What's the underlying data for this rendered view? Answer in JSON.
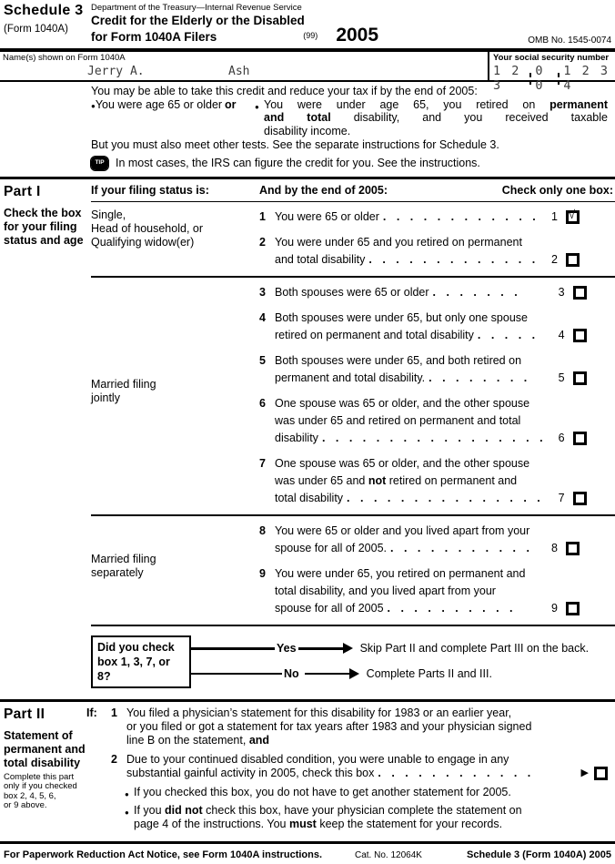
{
  "glyphs": {
    "bullet": "●",
    "check": "√",
    "arrow": "▶"
  },
  "header": {
    "schedule": "Schedule 3",
    "form": "(Form 1040A)",
    "agency": "Department of the Treasury—Internal Revenue Service",
    "title_line1": "Credit for the Elderly or the Disabled",
    "title_line2": "for Form 1040A Filers",
    "code": "(99)",
    "year": "2005",
    "omb": "OMB No. 1545-0074"
  },
  "name_row": {
    "label": "Name(s) shown on Form 1040A",
    "first": "Jerry A.",
    "last": "Ash",
    "ssn_label": "Your social security number",
    "ssn": [
      "1 2 3",
      "0 0",
      "1 2 3 4"
    ]
  },
  "intro": {
    "lead": "You may be able to take this credit and reduce your tax if by the end of 2005:",
    "left_option": "You were age 65 or older",
    "or": "or",
    "right_line1_pre": "You were under age 65, you retired on ",
    "right_line1_bold": "permanent",
    "right_line2_bold": "and total",
    "right_line2_post": " disability, and you received taxable",
    "right_line3": "disability income.",
    "tests": "But you must also meet other tests. See the separate instructions for Schedule 3.",
    "tip": "TIP",
    "tip_text": "In most cases, the IRS can figure the credit for you. See the instructions."
  },
  "part1": {
    "label": "Part I",
    "desc": "Check the box for your filing status and age",
    "col_filing": "If your filing status is:",
    "col_end": "And by the end of 2005:",
    "col_check": "Check only one box:",
    "group1_label": [
      "Single,",
      "Head of household, or",
      "Qualifying widow(er)"
    ],
    "group2_label": [
      "Married filing",
      "jointly"
    ],
    "group3_label": [
      "Married filing",
      "separately"
    ],
    "items": [
      {
        "num": "1",
        "last": "You were 65 or older",
        "dots": ". . . . . . . . . . . .",
        "ref": "1",
        "check": "√"
      },
      {
        "num": "2",
        "line1": "You were under 65 and you retired on permanent",
        "last": "and total disability",
        "dots": ". . . . . . . . . . . . .",
        "ref": "2"
      },
      {
        "num": "3",
        "last": "Both spouses were 65 or older",
        "dots": ". . . . . . .",
        "ref": "3"
      },
      {
        "num": "4",
        "line1": "Both spouses were under 65, but only one spouse",
        "last": "retired on permanent and total disability",
        "dots": ". . . . .",
        "ref": "4"
      },
      {
        "num": "5",
        "line1": "Both spouses were under 65, and both retired on",
        "last": "permanent and total disability.",
        "dots": ". . . . . . . .",
        "ref": "5"
      },
      {
        "num": "6",
        "line1": "One spouse was 65 or older, and the other spouse",
        "line2": "was under 65 and retired on permanent and total",
        "last": "disability",
        "dots": ". . . . . . . . . . . . . . . . .",
        "ref": "6"
      },
      {
        "num": "7",
        "line1": "One spouse was 65 or older, and the other spouse",
        "line2_pre": "was under 65 and ",
        "line2_bold": "not",
        "line2_post": " retired on permanent and",
        "last": "total disability",
        "dots": ". . . . . . . . . . . . . . . .",
        "ref": "7"
      },
      {
        "num": "8",
        "line1": "You were 65 or older and you lived apart from your",
        "last": "spouse for all of 2005.",
        "dots": ". . . . . . . . . . .",
        "ref": "8"
      },
      {
        "num": "9",
        "line1": "You were under 65, you retired on permanent and",
        "line2": "total disability, and you lived apart from your",
        "last": "spouse for all of 2005",
        "dots": ". . . . . . . . . .",
        "ref": "9"
      }
    ]
  },
  "flow": {
    "box_line1": "Did you check",
    "box_line2": "box 1, 3, 7, or",
    "box_line3": "8?",
    "yes": "Yes",
    "yes_text": "Skip Part II and complete Part III on the back.",
    "no": "No",
    "no_text": "Complete Parts II and III."
  },
  "part2": {
    "label": "Part II",
    "title": "Statement of permanent and total disability",
    "note": [
      "Complete this part",
      "only if you checked",
      "box 2, 4, 5, 6,",
      "or 9 above."
    ],
    "if_label": "If:",
    "item1_num": "1",
    "item1_line1": "You filed a physician’s statement for this disability for 1983 or an earlier year,",
    "item1_line2": "or you filed or got a statement for tax years after 1983 and your physician signed",
    "item1_line3_pre": "line B on the statement, ",
    "item1_line3_bold": "and",
    "item2_num": "2",
    "item2_line1": "Due to your continued disabled condition, you were unable to engage in any",
    "item2_line2": "substantial gainful activity in 2005, check this box",
    "item2_dots": ". . . . . . . . . . . .",
    "bullet1": "If you checked this box, you do not have to get another statement for 2005.",
    "bullet2_pre": "If you ",
    "bullet2_bold1": "did not",
    "bullet2_mid": " check this box, have your physician complete the statement on",
    "bullet2_line2_pre": "page 4 of the instructions. You ",
    "bullet2_bold2": "must",
    "bullet2_line2_post": " keep the statement for your records."
  },
  "footer": {
    "left": "For Paperwork Reduction Act Notice, see Form 1040A instructions.",
    "cat": "Cat. No. 12064K",
    "right": "Schedule 3 (Form 1040A) 2005"
  }
}
